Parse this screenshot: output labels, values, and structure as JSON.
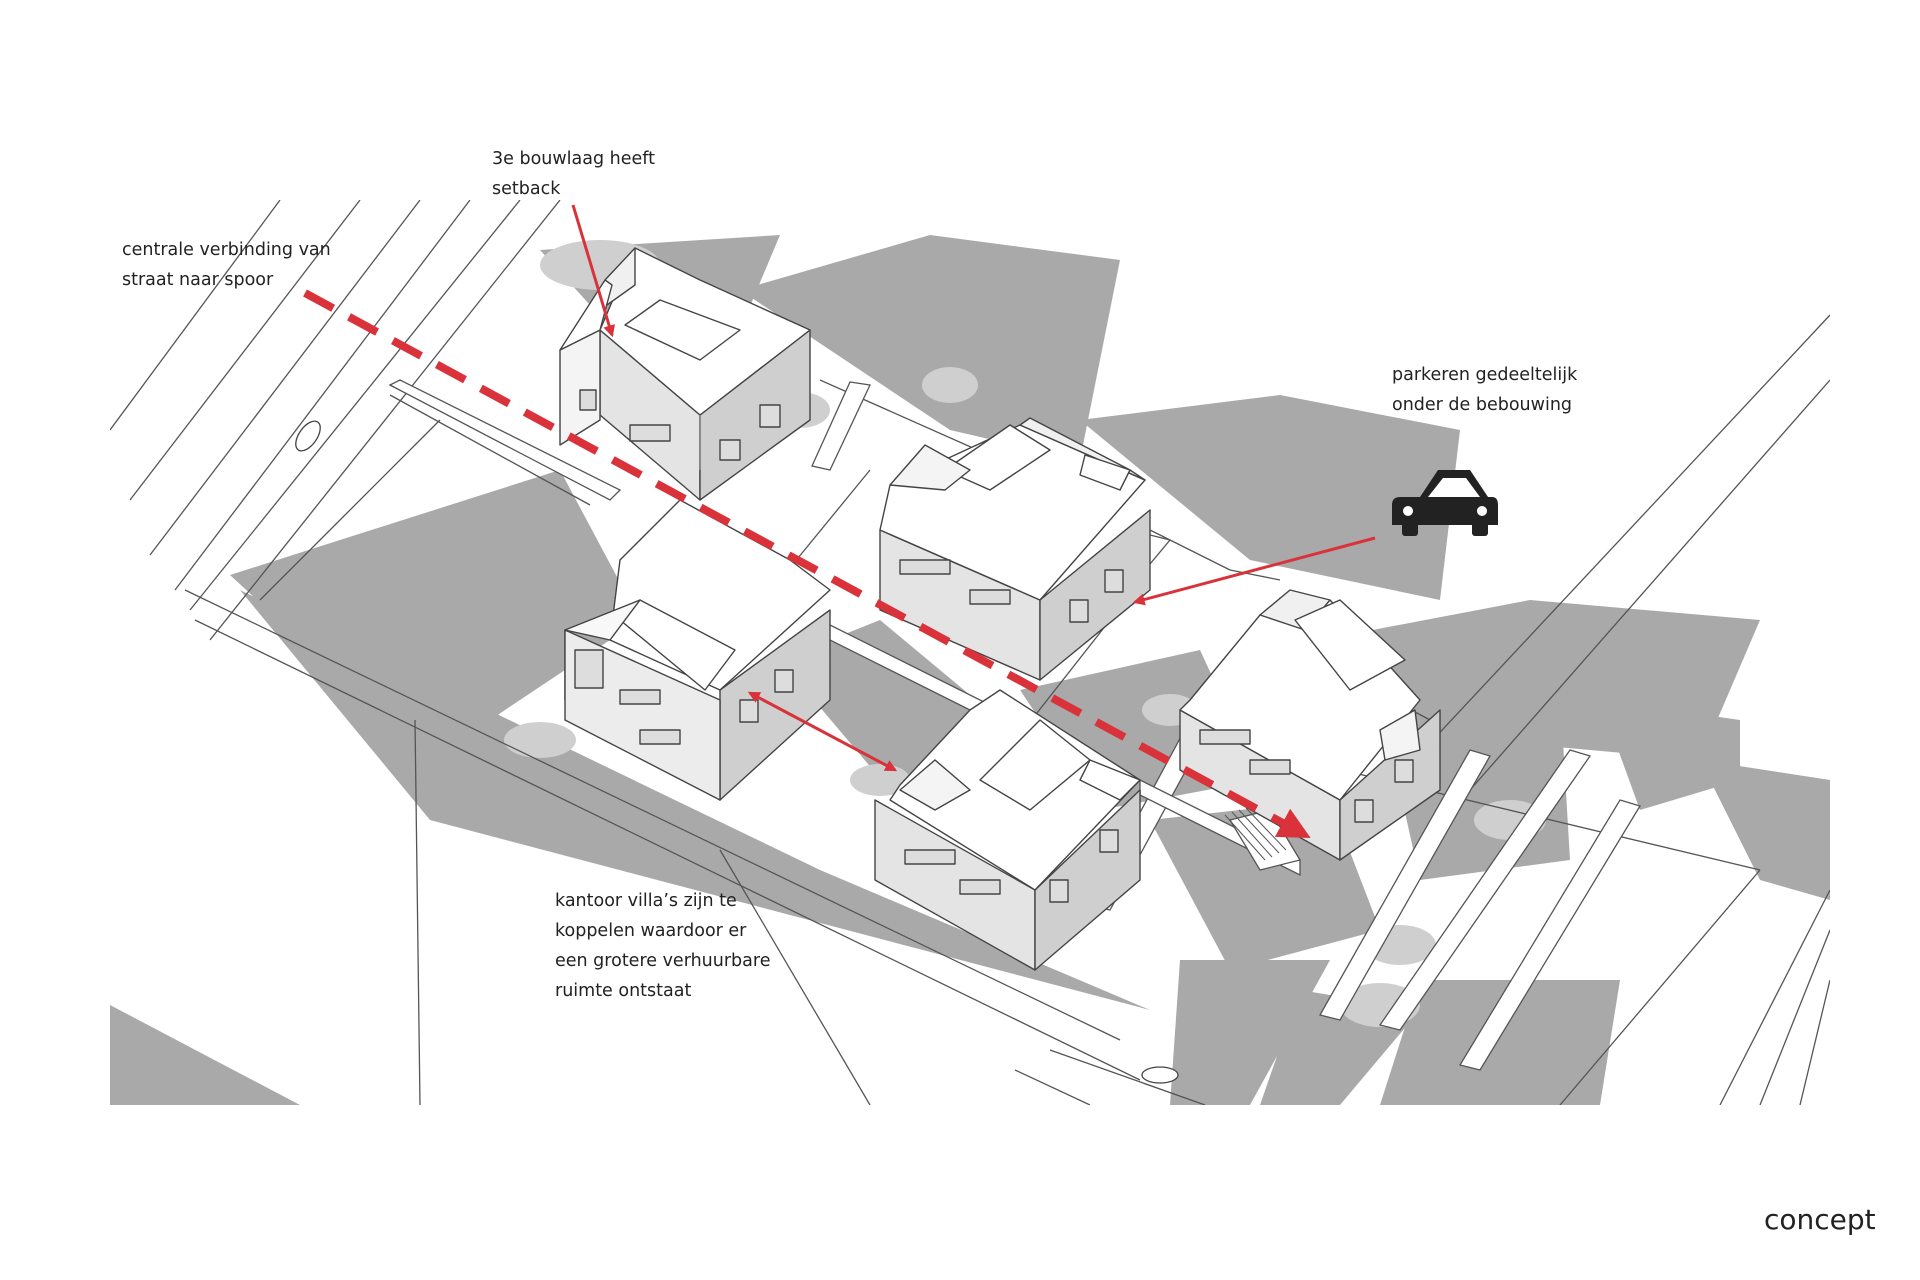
{
  "annotations": {
    "central_connection": "centrale verbinding van\nstraat naar spoor",
    "setback": "3e bouwlaag heeft\nsetback",
    "parking": "parkeren gedeeltelijk\nonder de  bebouwing",
    "office_villas": "kantoor villa’s zijn te\nkoppelen waardoor er\neen grotere verhuurbare\nruimte ontstaat"
  },
  "caption": "concept",
  "colors": {
    "accent": "#d9323a",
    "shadow": "#a9a9a9",
    "line": "#555555",
    "building": "#ffffff",
    "tree": "#cfcfcf"
  },
  "icons": [
    "car-icon"
  ]
}
